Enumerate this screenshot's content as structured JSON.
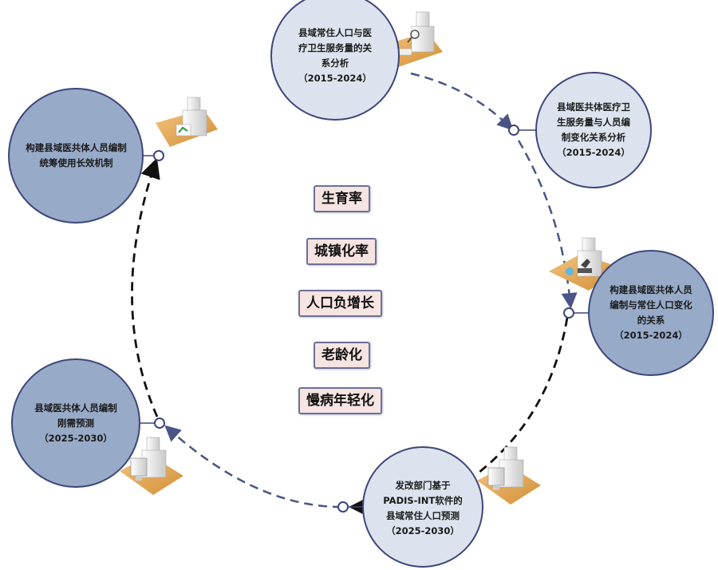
{
  "colors": {
    "circle_light_fill": "#dde3ee",
    "circle_dark_fill": "#97aac8",
    "circle_stroke": "#3d4679",
    "arc_blue": "#4a5485",
    "arc_black": "#111111",
    "factor_fill": "#f6e4e2",
    "factor_border": "#6c7096",
    "desk_color": "#e0a655"
  },
  "nodes": [
    {
      "id": "n1",
      "text": "县域常住人口与医\n疗卫生服务量的关\n系分析\n（2015-2024）",
      "style": "light",
      "icon": "person-magnifier-desk-icon"
    },
    {
      "id": "n2",
      "text": "县域医共体医疗卫\n生服务量与人员编\n制变化关系分析\n（2015-2024）",
      "style": "light",
      "icon": null
    },
    {
      "id": "n3",
      "text": "构建县域医共体人员\n编制与常住人口变化\n的关系\n（2015-2024）",
      "style": "dark",
      "icon": "person-microscope-desk-icon"
    },
    {
      "id": "n4",
      "text": "发改部门基于\nPADIS-INT软件的\n县域常住人口预测\n（2025-2030）",
      "style": "light",
      "icon": "person-computer-desk-icon"
    },
    {
      "id": "n5",
      "text": "县域医共体人员编制\n刚需预测\n（2025-2030）",
      "style": "dark",
      "icon": "person-computer-desk-icon"
    },
    {
      "id": "n6",
      "text": "构建县域医共体人员编制\n统筹使用长效机制",
      "style": "dark",
      "icon": "person-document-desk-icon"
    }
  ],
  "factors": [
    "生育率",
    "城镇化率",
    "人口负增长",
    "老龄化",
    "慢病年轻化"
  ]
}
